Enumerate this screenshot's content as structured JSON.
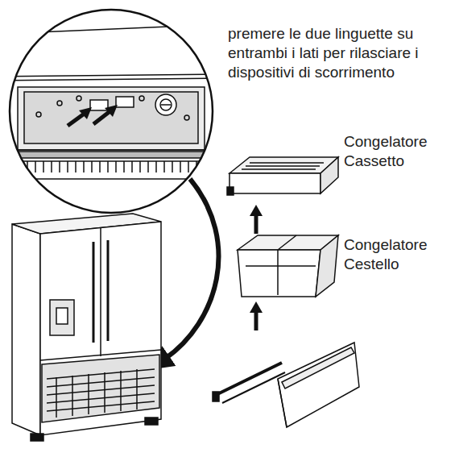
{
  "diagram": {
    "labels": [
      "premere le due linguette su entrambi i lati per rilasciare i dispositivi di scorrimento",
      "Congelatore Cassetto",
      "Congelatore Cestello"
    ]
  }
}
